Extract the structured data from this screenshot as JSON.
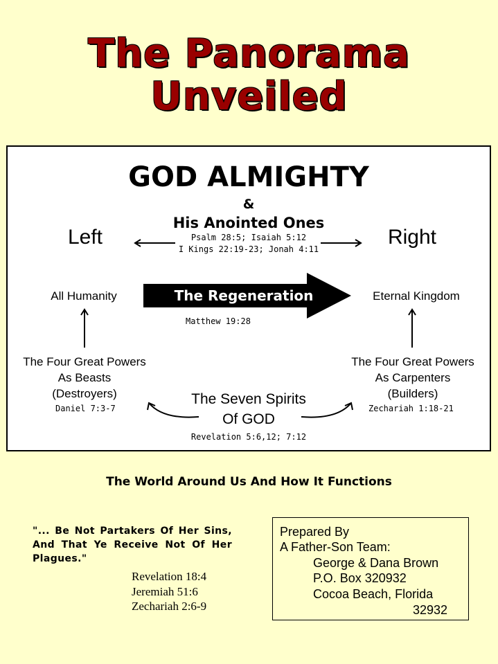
{
  "title": {
    "line1": "The Panorama",
    "line2": "Unveiled"
  },
  "diagram": {
    "heading": "GOD ALMIGHTY",
    "ampersand": "&",
    "anointed": "His Anointed Ones",
    "anointed_refs_1": "Psalm 28:5; Isaiah 5:12",
    "anointed_refs_2": "I Kings 22:19-23; Jonah 4:11",
    "left_label": "Left",
    "right_label": "Right",
    "left_node": "All Humanity",
    "right_node": "Eternal Kingdom",
    "regeneration": "The Regeneration",
    "regeneration_ref": "Matthew 19:28",
    "left_powers": [
      "The Four Great Powers",
      "As Beasts",
      "(Destroyers)"
    ],
    "left_powers_ref": "Daniel 7:3-7",
    "right_powers": [
      "The Four Great Powers",
      "As Carpenters",
      "(Builders)"
    ],
    "right_powers_ref": "Zechariah 1:18-21",
    "spirits": [
      "The Seven Spirits",
      "Of GOD"
    ],
    "spirits_ref": "Revelation 5:6,12; 7:12"
  },
  "subtitle": "The World Around Us And How It Functions",
  "quote": {
    "text": "\"... Be Not Partakers Of Her Sins, And That Ye Receive Not Of Her Plagues.\"",
    "refs": [
      "Revelation 18:4",
      "Jeremiah 51:6",
      "Zechariah 2:6-9"
    ]
  },
  "prepared": {
    "line1": "Prepared By",
    "line2": "A Father-Son Team:",
    "names": "George & Dana Brown",
    "box": "P.O. Box 320932",
    "city": "Cocoa Beach, Florida",
    "zip": "32932"
  },
  "colors": {
    "background": "#ffffcc",
    "title_red": "#990000"
  }
}
